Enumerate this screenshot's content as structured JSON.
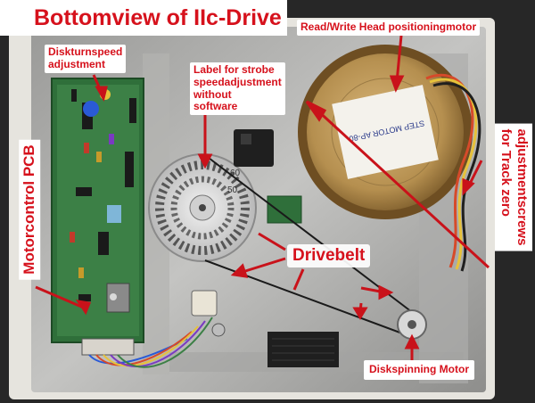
{
  "title": "Bottomview of IIc-Drive",
  "labels": {
    "diskturn_line1": "Diskturnspeed",
    "diskturn_line2": "adjustment",
    "strobe_line1": "Label for strobe",
    "strobe_line2": "speedadjustment",
    "strobe_line3": "without",
    "strobe_line4": "software",
    "rwhead": "Read/Write Head positioningmotor",
    "motorpcb": "Motorcontrol PCB",
    "track_line1": "adjustmentscrews",
    "track_line2": "for Track zero",
    "drivebelt": "Drivebelt",
    "spinmotor": "Diskspinning Motor"
  },
  "photo_text": {
    "strobe_60": "60",
    "strobe_50": "50",
    "stepmotor_label": "STEP MOTOR AP-80"
  },
  "colors": {
    "label_text": "#d6111c",
    "label_bg": "#ffffff",
    "arrow": "#c9121a"
  }
}
